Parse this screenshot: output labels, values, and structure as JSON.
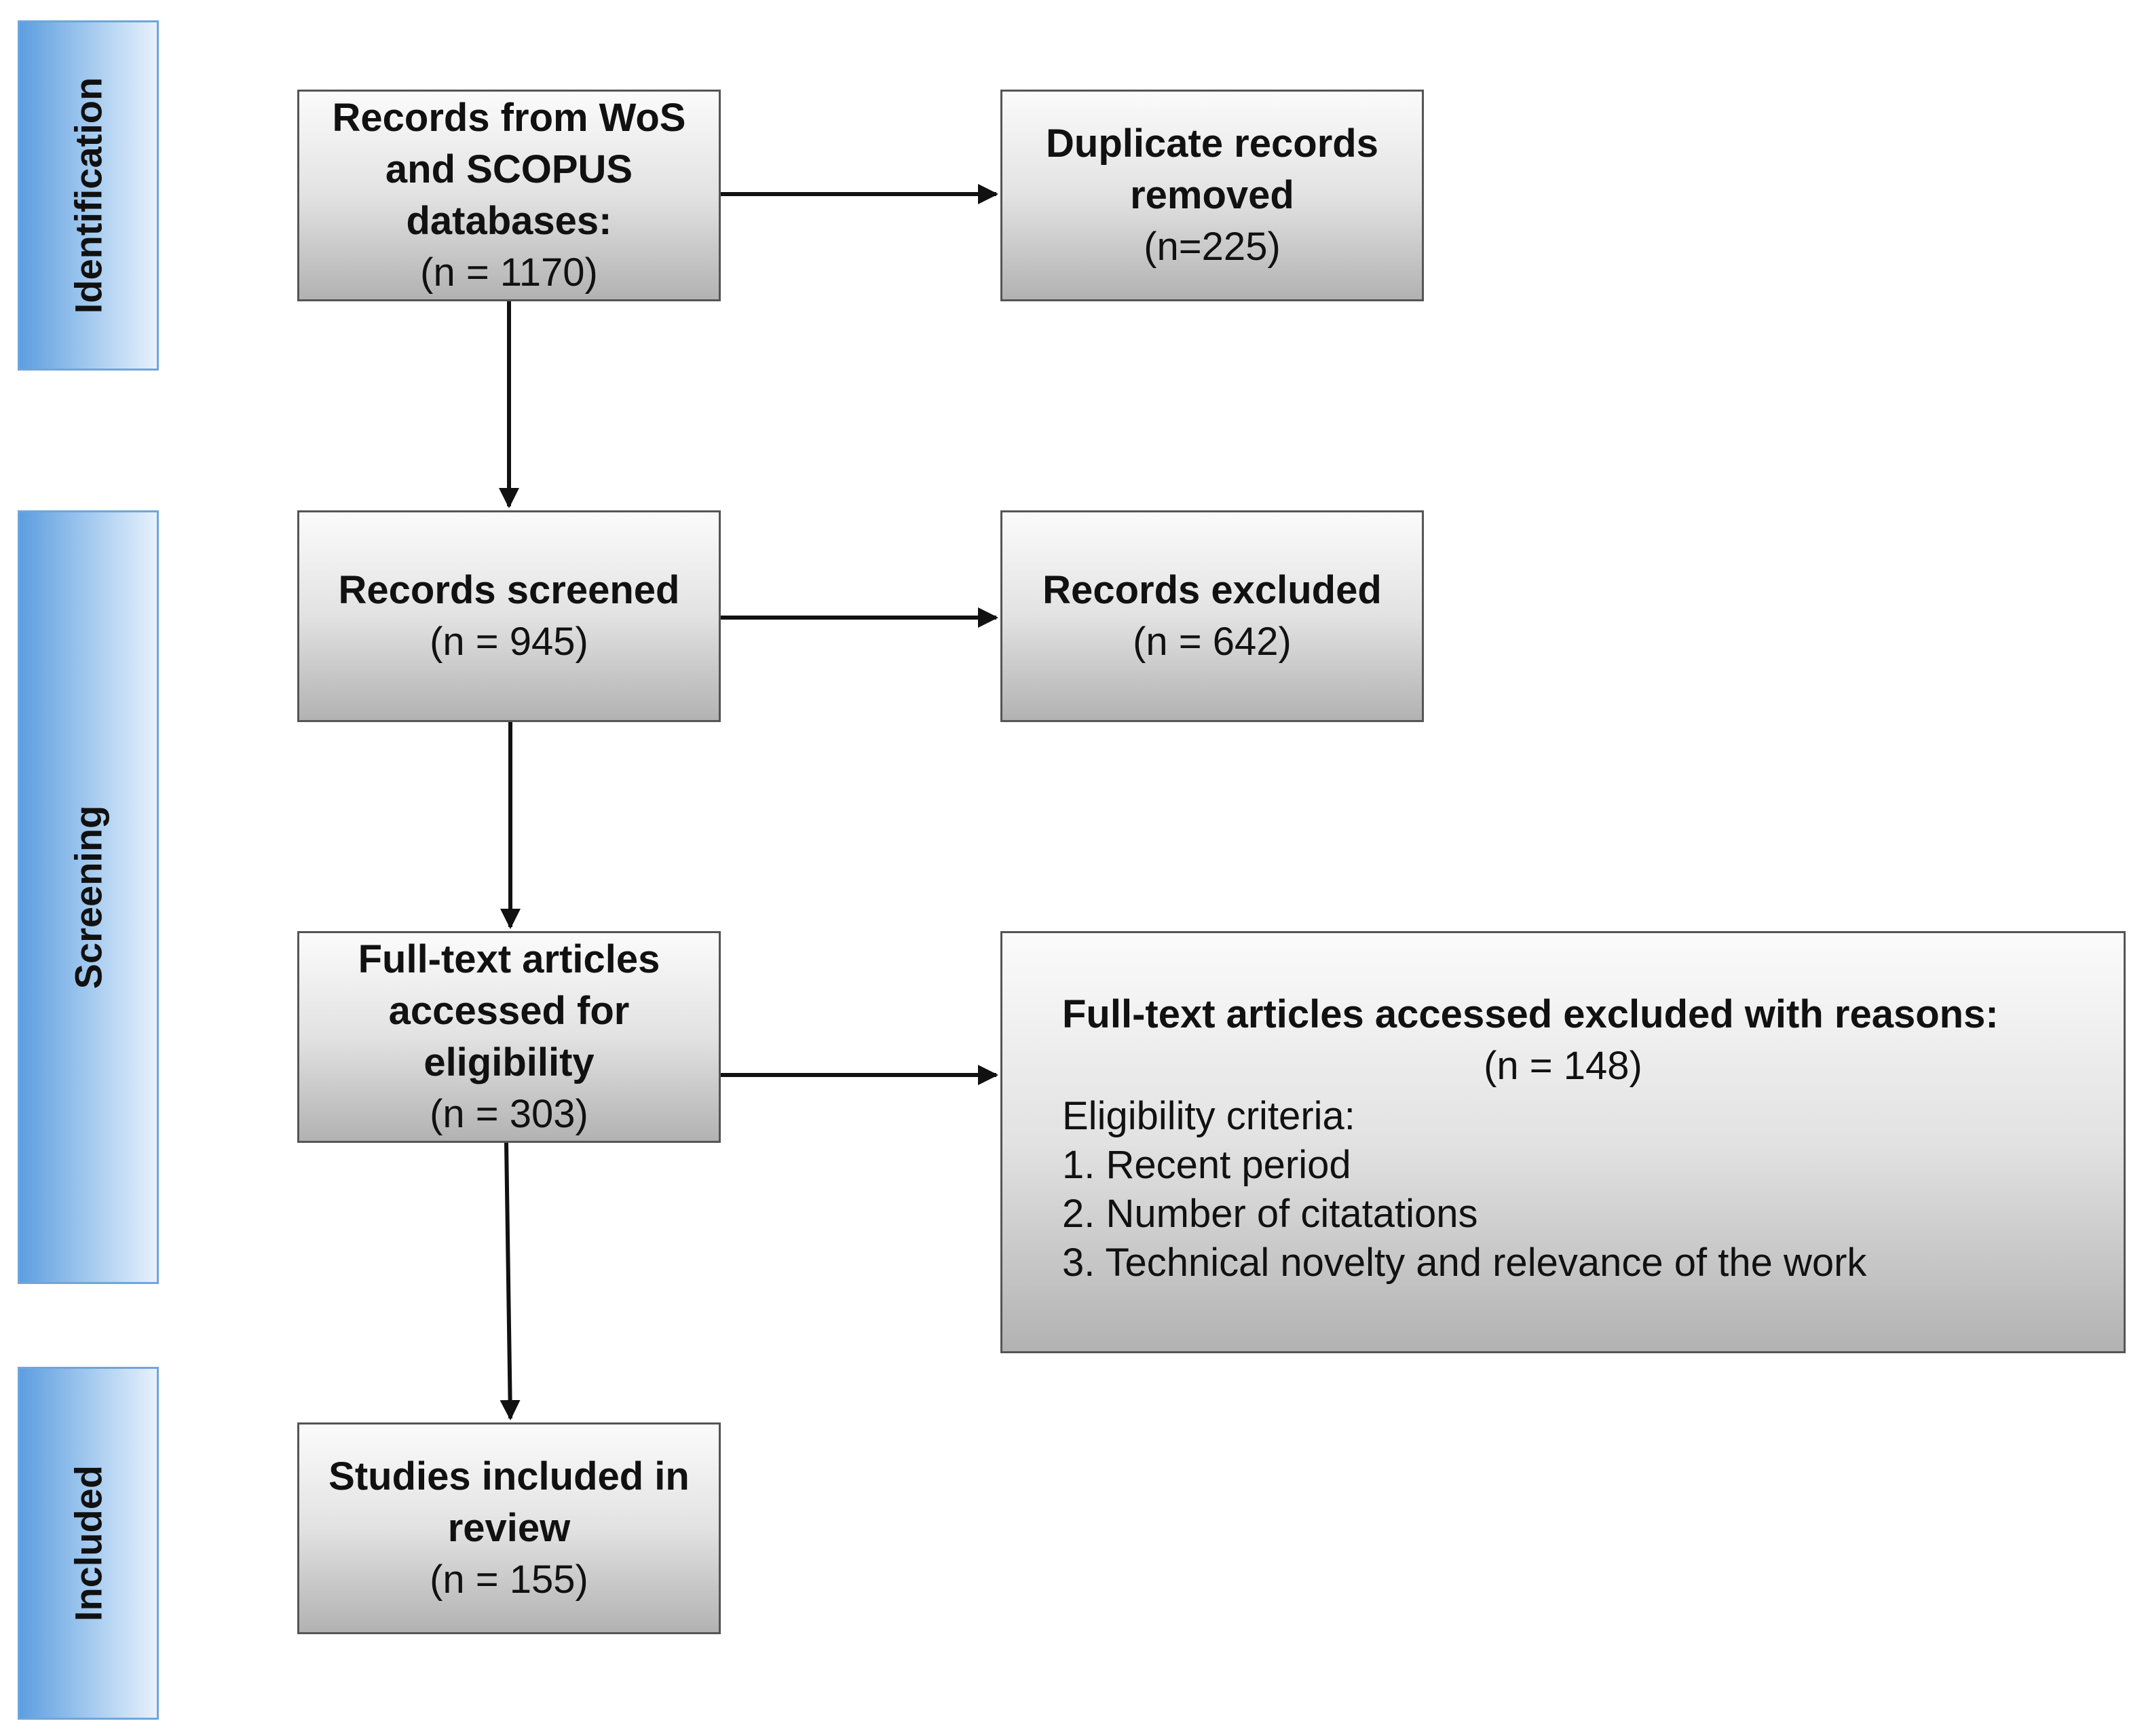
{
  "stages": {
    "identification": "Identification",
    "screening": "Screening",
    "included": "Included"
  },
  "boxes": {
    "records": {
      "title": "Records from WoS\nand SCOPUS\ndatabases:",
      "count": "(n = 1170)"
    },
    "duplicates": {
      "title": "Duplicate records\nremoved",
      "count": "(n=225)"
    },
    "screened": {
      "title": "Records screened",
      "count": "(n = 945)"
    },
    "excluded": {
      "title": "Records excluded",
      "count": "(n = 642)"
    },
    "fulltext": {
      "title": "Full-text articles\naccessed for\neligibility",
      "count": "(n = 303)"
    },
    "reasons": {
      "title": "Full-text articles accessed excluded with reasons:",
      "count": "(n = 148)",
      "criteria_heading": "Eligibility criteria:",
      "criteria": [
        "1. Recent period",
        "2. Number of citatations",
        "3. Technical novelty and relevance of the work"
      ]
    },
    "included": {
      "title": "Studies included in\nreview",
      "count": "(n = 155)"
    }
  },
  "colors": {
    "stage_fill": "#5d9ee0",
    "stage_border": "#6ea6dc",
    "box_border": "#555555",
    "connector": "#111111"
  }
}
